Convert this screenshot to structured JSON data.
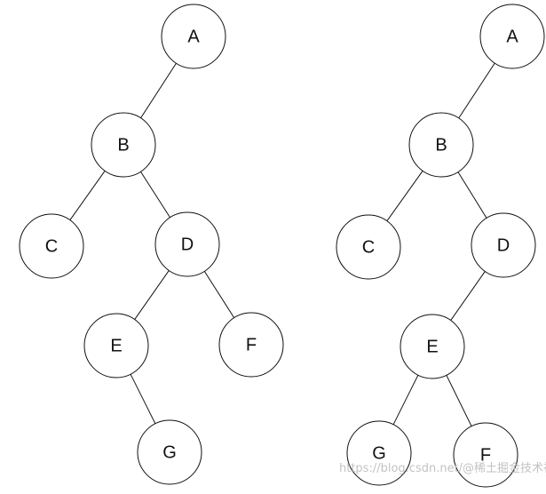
{
  "colors": {
    "background": "#ffffff",
    "stroke": "#111111",
    "node_fill": "#ffffff",
    "watermark": "#b8b8b8"
  },
  "trees": [
    {
      "nodes": [
        "A",
        "B",
        "C",
        "D",
        "E",
        "F",
        "G"
      ],
      "edges": [
        [
          "A",
          "B"
        ],
        [
          "B",
          "C"
        ],
        [
          "B",
          "D"
        ],
        [
          "D",
          "E"
        ],
        [
          "D",
          "F"
        ],
        [
          "E",
          "G"
        ]
      ]
    },
    {
      "nodes": [
        "A",
        "B",
        "C",
        "D",
        "E",
        "G",
        "F"
      ],
      "edges": [
        [
          "A",
          "B"
        ],
        [
          "B",
          "C"
        ],
        [
          "B",
          "D"
        ],
        [
          "D",
          "E"
        ],
        [
          "E",
          "G"
        ],
        [
          "E",
          "F"
        ]
      ]
    }
  ],
  "watermark": {
    "text": "https://blog.csdn.net/@稀土掘金技术社区"
  }
}
